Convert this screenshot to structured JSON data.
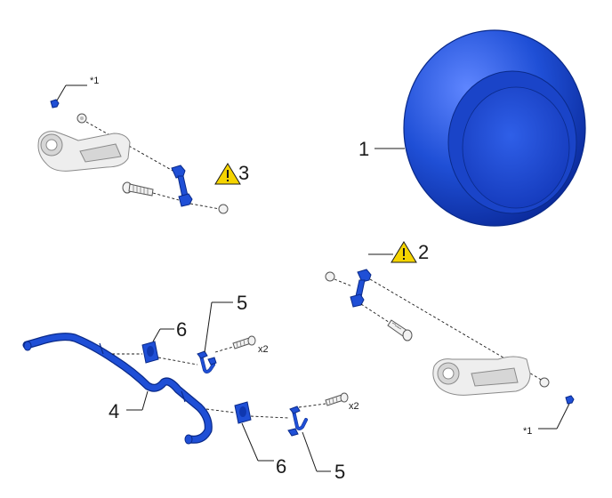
{
  "callouts": {
    "tire": "1",
    "link_right": "2",
    "link_left": "3",
    "stabilizer_bar": "4",
    "bracket_upper": "5",
    "bracket_lower": "5",
    "bushing_upper": "6",
    "bushing_lower": "6"
  },
  "notes": {
    "star_left": "*1",
    "star_right": "*1",
    "qty_upper": "x2",
    "qty_lower": "x2"
  },
  "colors": {
    "part_blue": "#1f4fd6",
    "warning_yellow": "#f5d400"
  },
  "icons": [
    "warning-icon"
  ]
}
